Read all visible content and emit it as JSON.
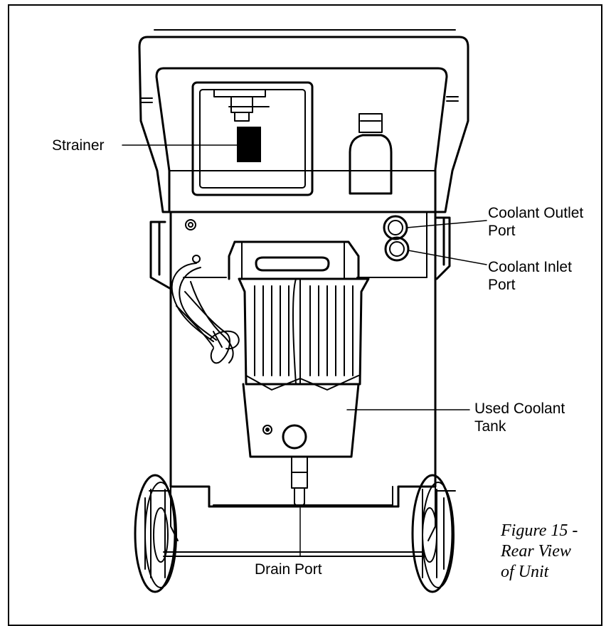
{
  "labels": {
    "strainer": "Strainer",
    "coolant_outlet_line1": "Coolant Outlet",
    "coolant_outlet_line2": "Port",
    "coolant_inlet_line1": "Coolant Inlet",
    "coolant_inlet_line2": "Port",
    "used_coolant_line1": "Used Coolant",
    "used_coolant_line2": "Tank",
    "drain_port": "Drain Port"
  },
  "caption": {
    "line1": "Figure 15 -",
    "line2": "Rear View",
    "line3": "of Unit"
  },
  "colors": {
    "ink": "#000000",
    "paper": "#ffffff"
  }
}
